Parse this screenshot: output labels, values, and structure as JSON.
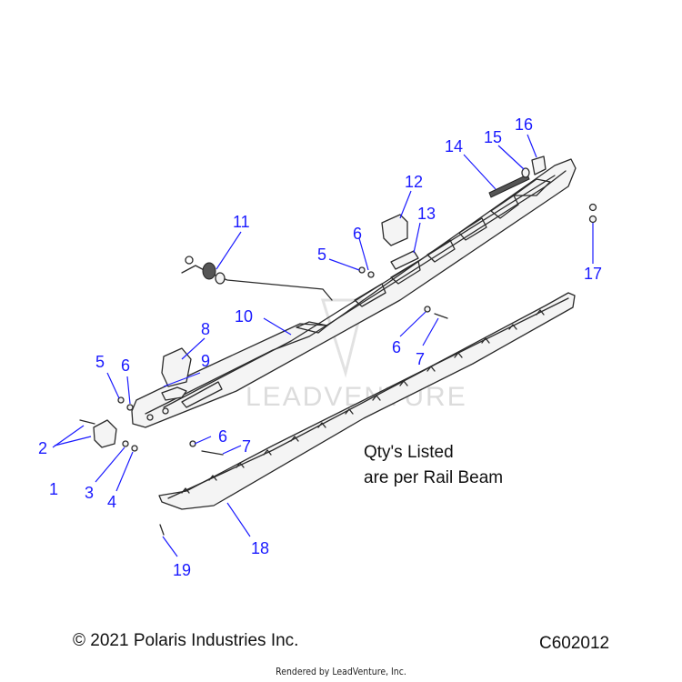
{
  "callouts": {
    "c1": "1",
    "c2": "2",
    "c3": "3",
    "c4": "4",
    "c5a": "5",
    "c5b": "5",
    "c6a": "6",
    "c6b": "6",
    "c6c": "6",
    "c6d": "6",
    "c7a": "7",
    "c7b": "7",
    "c8": "8",
    "c9": "9",
    "c10": "10",
    "c11": "11",
    "c12": "12",
    "c13": "13",
    "c14": "14",
    "c15": "15",
    "c16": "16",
    "c17": "17",
    "c18": "18",
    "c19": "19"
  },
  "note": {
    "line1": "Qty's Listed",
    "line2": "are per Rail Beam"
  },
  "footer": {
    "copyright": "© 2021 Polaris Industries Inc.",
    "code": "C602012",
    "rendered_by": "Rendered by LeadVenture, Inc."
  },
  "watermark": "LEADVENTURE",
  "colors": {
    "callout": "#1a1aff",
    "line": "#2a2a2a",
    "watermark": "#dcdcdc"
  }
}
